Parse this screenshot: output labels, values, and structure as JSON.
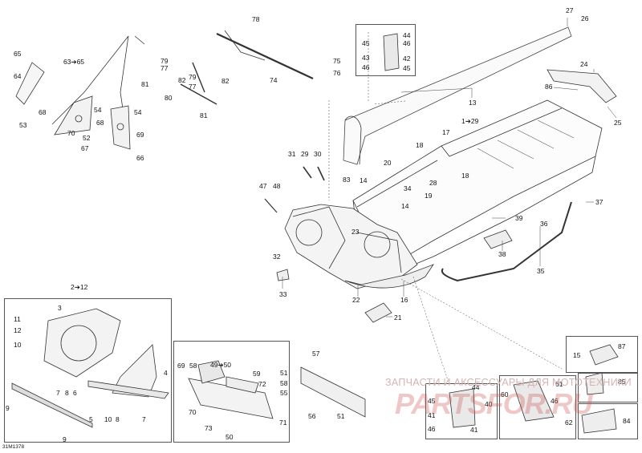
{
  "diagram": {
    "ref_code": "31M1378",
    "watermark_text": "ЗАПЧАСТИ И АКСЕССУАРЫ ДЛЯ МОТОТЕХНИКИ",
    "watermark_logo": "PARTSFOR.RU",
    "line_color": "#333333",
    "watermark_color": "#cc4444",
    "callouts": {
      "c27": "27",
      "c26": "26",
      "c78": "78",
      "c65": "65",
      "c63_65": "63➔65",
      "c64": "64",
      "c79a": "79",
      "c77a": "77",
      "c82a": "82",
      "c79b": "79",
      "c81a": "81",
      "c77b": "77",
      "c82b": "82",
      "c80": "80",
      "c81b": "81",
      "c74": "74",
      "c75": "75",
      "c76": "76",
      "c45a": "45",
      "c44a": "44",
      "c46a": "46",
      "c43": "43",
      "c42": "42",
      "c46b": "46",
      "c45b": "45",
      "c24": "24",
      "c86": "86",
      "c13": "13",
      "c25": "25",
      "c68a": "68",
      "c54a": "54",
      "c54b": "54",
      "c53": "53",
      "c68b": "68",
      "c70": "70",
      "c52": "52",
      "c69": "69",
      "c67": "67",
      "c66": "66",
      "c1_29": "1➔29",
      "c17": "17",
      "c18a": "18",
      "c18b": "18",
      "c31": "31",
      "c29": "29",
      "c30": "30",
      "c20": "20",
      "c83": "83",
      "c14a": "14",
      "c34": "34",
      "c28": "28",
      "c47": "47",
      "c48": "48",
      "c19": "19",
      "c14b": "14",
      "c37": "37",
      "c36": "36",
      "c39": "39",
      "c23": "23",
      "c38": "38",
      "c32": "32",
      "c33": "33",
      "c35": "35",
      "c22": "22",
      "c16": "16",
      "c21": "21",
      "c2_12": "2➔12",
      "c3": "3",
      "c11": "11",
      "c12": "12",
      "c10a": "10",
      "c4": "4",
      "c7a": "7",
      "c8a": "8",
      "c6": "6",
      "c9a": "9",
      "c10b": "10",
      "c8b": "8",
      "c5": "5",
      "c7b": "7",
      "c9b": "9",
      "c69b": "69",
      "c58": "58",
      "c49_50": "49➔50",
      "c59": "59",
      "c72": "72",
      "c70b": "70",
      "c73": "73",
      "c50": "50",
      "c71": "71",
      "c57": "57",
      "c51a": "51",
      "c58b": "58",
      "c55": "55",
      "c56": "56",
      "c51b": "51",
      "c87": "87",
      "c15": "15",
      "c85": "85",
      "c84": "84",
      "c44b": "44",
      "c45c": "45",
      "c40": "40",
      "c41a": "41",
      "c46c": "46",
      "c41b": "41",
      "c60": "60",
      "c61": "61",
      "c46d": "46",
      "c62": "62"
    }
  }
}
